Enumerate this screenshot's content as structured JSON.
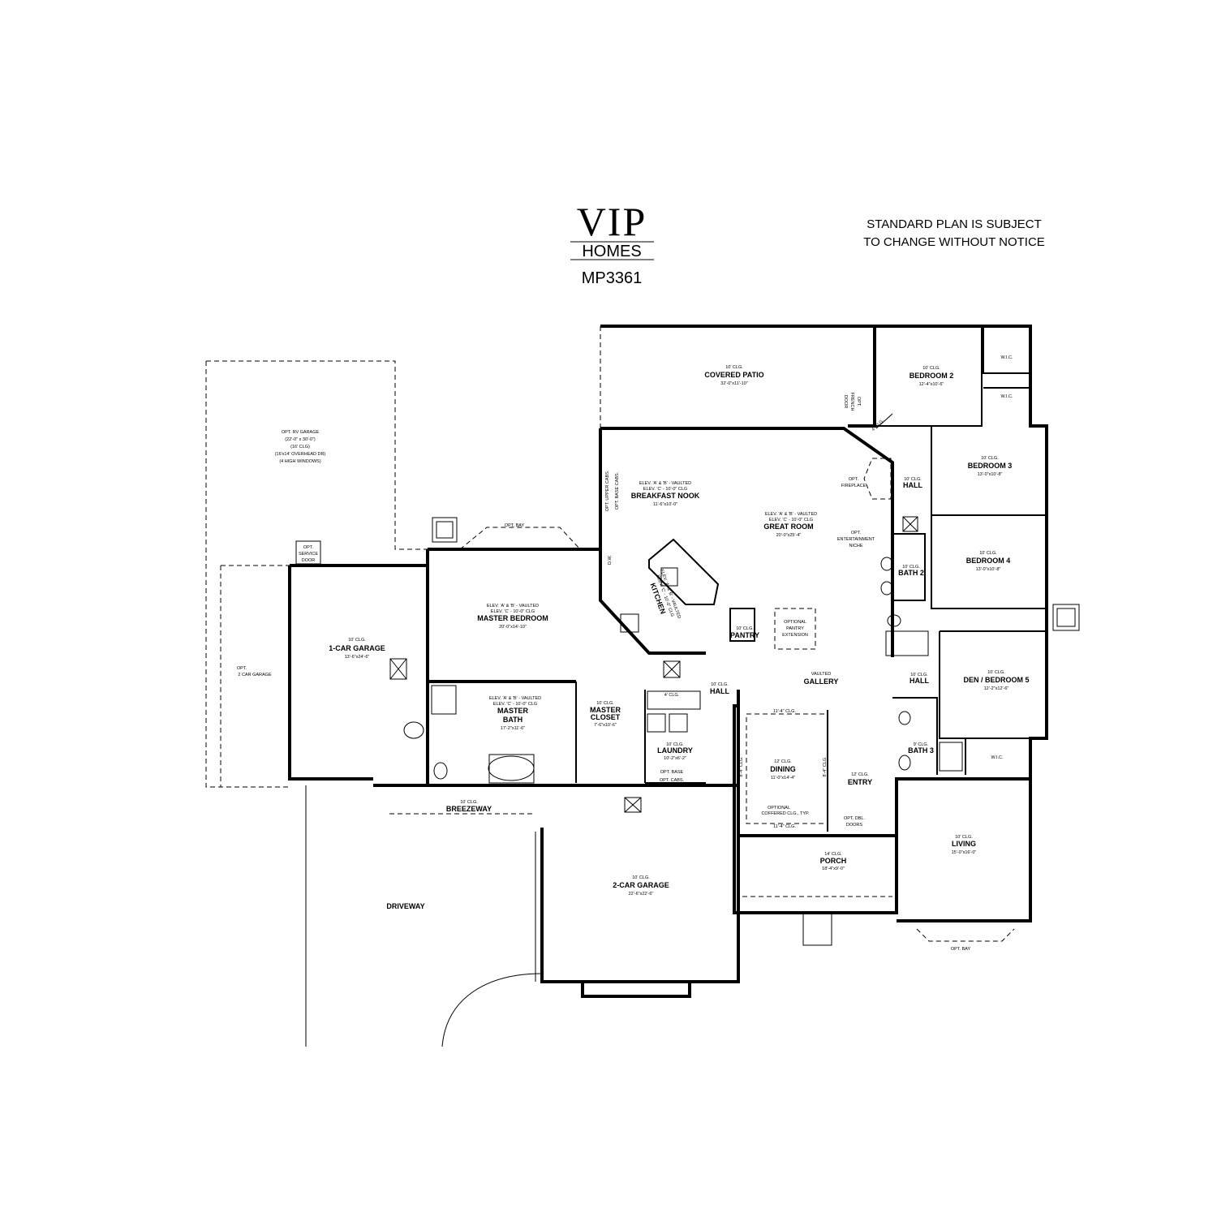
{
  "brand": {
    "logo_text": "VIP",
    "logo_sub": "HOMES",
    "model": "MP3361"
  },
  "notice": {
    "line1": "STANDARD PLAN IS SUBJECT",
    "line2": "TO CHANGE WITHOUT NOTICE"
  },
  "rooms": {
    "covered_patio": {
      "ceiling": "10' CLG.",
      "name": "COVERED PATIO",
      "size": "32'-0\"x11'-10\""
    },
    "bedroom2": {
      "ceiling": "10' CLG.",
      "name": "BEDROOM 2",
      "size": "12'-4\"x10'-6\""
    },
    "bedroom3": {
      "ceiling": "10' CLG.",
      "name": "BEDROOM 3",
      "size": "13'-0\"x10'-8\""
    },
    "bedroom4": {
      "ceiling": "10' CLG.",
      "name": "BEDROOM 4",
      "size": "13'-0\"x10'-8\""
    },
    "den": {
      "ceiling": "10' CLG.",
      "name": "DEN / BEDROOM 5",
      "size": "12'-2\"x12'-6\""
    },
    "rv_garage": {
      "line1": "OPT. RV GARAGE",
      "line2": "(22'-0\" x 30'-0\")",
      "line3": "(16' CLG)",
      "line4": "(16'x14' OVERHEAD DR)",
      "line5": "(4 HIGH WINDOWS)"
    },
    "opt_service_door": {
      "line1": "OPT.",
      "line2": "SERVICE",
      "line3": "DOOR"
    },
    "opt_2car": {
      "line1": "OPT.",
      "line2": "2 CAR GARAGE"
    },
    "garage1": {
      "ceiling": "10' CLG.",
      "name": "1-CAR GARAGE",
      "size": "13'-6\"x24'-6\""
    },
    "master_bedroom": {
      "elev": "ELEV. 'A' & 'B' - VAULTED",
      "elev2": "ELEV. 'C' - 10'-0\" CLG",
      "name": "MASTER BEDROOM",
      "size": "20'-0\"x14'-10\""
    },
    "master_bath": {
      "elev": "ELEV. 'A' & 'B' - VAULTED",
      "elev2": "ELEV. 'C' - 10'-0\" CLG",
      "name": "MASTER",
      "name2": "BATH",
      "size": "17'-2\"x11'-6\""
    },
    "master_closet": {
      "ceiling": "10' CLG.",
      "name": "MASTER",
      "name2": "CLOSET",
      "size": "7'-6\"x10'-6\""
    },
    "laundry": {
      "ceiling": "10' CLG.",
      "name": "LAUNDRY",
      "size": "10'-2\"x6'-2\""
    },
    "breakfast_nook": {
      "elev": "ELEV. 'A' & 'B' - VAULTED",
      "elev2": "ELEV. 'C' - 10'-0\" CLG",
      "name": "BREAKFAST NOOK",
      "size": "11'-6\"x10'-0\""
    },
    "great_room": {
      "elev": "ELEV. 'A' & 'B' - VAULTED",
      "elev2": "ELEV. 'C' - 10'-0\" CLG",
      "name": "GREAT ROOM",
      "size": "20'-0\"x25'-4\""
    },
    "kitchen": {
      "elev": "ELEV. 'A' & 'B' - VAULTED",
      "elev2": "ELEV. 'C' - 10'-0\" CLG",
      "name": "KITCHEN"
    },
    "pantry": {
      "ceiling": "10' CLG.",
      "name": "PANTRY"
    },
    "pantry_ext": {
      "line1": "OPTIONAL",
      "line2": "PANTRY",
      "line3": "EXTENSION"
    },
    "gallery": {
      "ceiling": "VAULTED",
      "name": "GALLERY"
    },
    "hall_main": {
      "ceiling": "10' CLG.",
      "name": "HALL"
    },
    "hall_upper": {
      "ceiling": "10' CLG.",
      "name": "HALL"
    },
    "hall_lower": {
      "ceiling": "10' CLG.",
      "name": "HALL"
    },
    "bath2": {
      "ceiling": "10' CLG.",
      "name": "BATH 2"
    },
    "bath3": {
      "ceiling": "9' CLG.",
      "name": "BATH 3"
    },
    "dining": {
      "ceiling": "12' CLG.",
      "name": "DINING",
      "size": "11'-0\"x14'-4\""
    },
    "entry": {
      "ceiling": "12' CLG.",
      "name": "ENTRY"
    },
    "porch": {
      "ceiling": "14' CLG.",
      "name": "PORCH",
      "size": "18'-4\"x9'-0\""
    },
    "living": {
      "ceiling": "10' CLG.",
      "name": "LIVING",
      "size": "15'-0\"x16'-0\""
    },
    "garage2": {
      "ceiling": "10' CLG.",
      "name": "2-CAR GARAGE",
      "size": "22'-6\"x22'-6\""
    },
    "breezeway": {
      "ceiling": "10' CLG.",
      "name": "BREEZEWAY"
    },
    "driveway": {
      "name": "DRIVEWAY"
    }
  },
  "annotations": {
    "opt_bay_top": "OPT. BAY",
    "opt_bay_bottom": "OPT. BAY",
    "wic1": "W.I.C.",
    "wic2": "W.I.C.",
    "wic3": "W.I.C.",
    "opt_fireplace": {
      "line1": "OPT.",
      "line2": "FIREPLACE"
    },
    "opt_entertainment": {
      "line1": "OPT.",
      "line2": "ENTERTAINMENT",
      "line3": "NICHE"
    },
    "opt_french_door": {
      "line1": "OPT.",
      "line2": "FRENCH",
      "line3": "DOOR"
    },
    "opt_upper_cabs": "OPT. UPPER CABS.",
    "opt_base_cabs": "OPT. BASE CABS.",
    "opt_base_laundry": "OPT. BASE",
    "opt_cabs_laundry": "OPT. CABS.",
    "opt_dbl_doors": {
      "line1": "OPT. DBL.",
      "line2": "DOORS"
    },
    "opt_coffered": {
      "line1": "OPTIONAL",
      "line2": "COFFERED CLG., TYP."
    },
    "clg_4_corner": "4' CLG.",
    "clg_4_kitchen": "4' CLG.",
    "clg_11_top": "11'-4\" CLG.",
    "clg_11_bottom": "11'-4\" CLG.",
    "clg_8_left": "8'-4\" CLG.",
    "clg_8_right": "8'-4\" CLG.",
    "dw_label": "D.W."
  }
}
